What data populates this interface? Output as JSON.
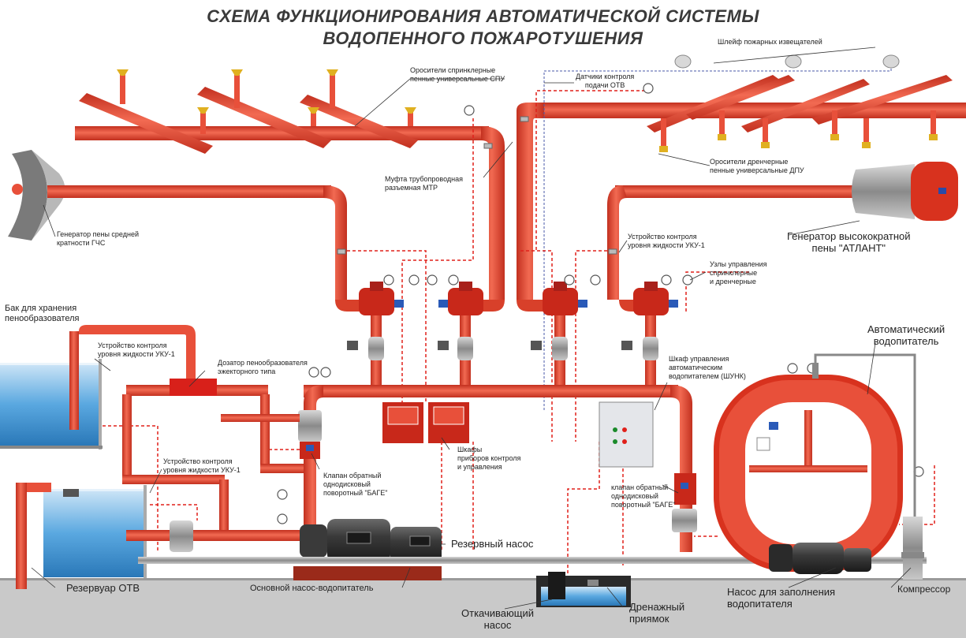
{
  "title": {
    "line1": "СХЕМА ФУНКЦИОНИРОВАНИЯ АВТОМАТИЧЕСКОЙ  СИСТЕМЫ",
    "line2": "ВОДОПЕННОГО ПОЖАРОТУШЕНИЯ"
  },
  "labels": {
    "sprinklers_top": [
      "Оросители спринклерные",
      "пенные универсальные СПУ"
    ],
    "detector_loop": "Шлейф пожарных извещателей",
    "flow_sensors": [
      "Датчики контроля",
      "подачи ОТВ"
    ],
    "drencher_heads": [
      "Оросители дренчерные",
      "пенные универсальные ДПУ"
    ],
    "coupling": [
      "Муфта трубопроводная",
      "разъемная МТР"
    ],
    "gen_medium": [
      "Генератор пены средней",
      "кратности ГЧС"
    ],
    "gen_high": [
      "Генератор высокократной",
      "пены \"АТЛАНТ\""
    ],
    "level_ctrl_right": [
      "Устройство контроля",
      "уровня жидкости УКУ-1"
    ],
    "control_units": [
      "Узлы управления",
      "спринклерные",
      "и дренчерные"
    ],
    "foam_tank": [
      "Бак для хранения",
      "пенообразователя"
    ],
    "level_ctrl_tank": [
      "Устройство контроля",
      "уровня жидкости УКУ-1"
    ],
    "dispenser": [
      "Дозатор пенообразователя",
      "эжекторного типа"
    ],
    "level_ctrl_reservoir": [
      "Устройство контроля",
      "уровня жидкости УКУ-1"
    ],
    "check_valve_left": [
      "Клапан обратный",
      "однодисковый",
      "поворотный \"БАГЕ\""
    ],
    "cabinets": [
      "Шкафы",
      "приборов контроля",
      "и управления"
    ],
    "cabinet_shunk": [
      "Шкаф управления",
      "автоматическим",
      "водопитателем (ШУНК)"
    ],
    "check_valve_right": [
      "клапан обратный",
      "однодисковый",
      "поворотный \"БАГЕ\""
    ],
    "auto_feeder": [
      "Автоматический",
      "водопитатель"
    ],
    "reserve_pump": "Резервный насос",
    "reservoir": "Резервуар ОТВ",
    "main_pump": "Основной насос-водопитатель",
    "drain_pump": [
      "Откачивающий",
      "насос"
    ],
    "drain_pit": [
      "Дренажный",
      "приямок"
    ],
    "fill_pump": [
      "Насос для заполнения",
      "водопитателя"
    ],
    "compressor": "Компрессор"
  },
  "colors": {
    "pipe": "#e8503a",
    "pipe_dark": "#c2301f",
    "water": "#5aa8e0",
    "signal": "#e0201a",
    "detector_line": "#4a5aa8"
  }
}
